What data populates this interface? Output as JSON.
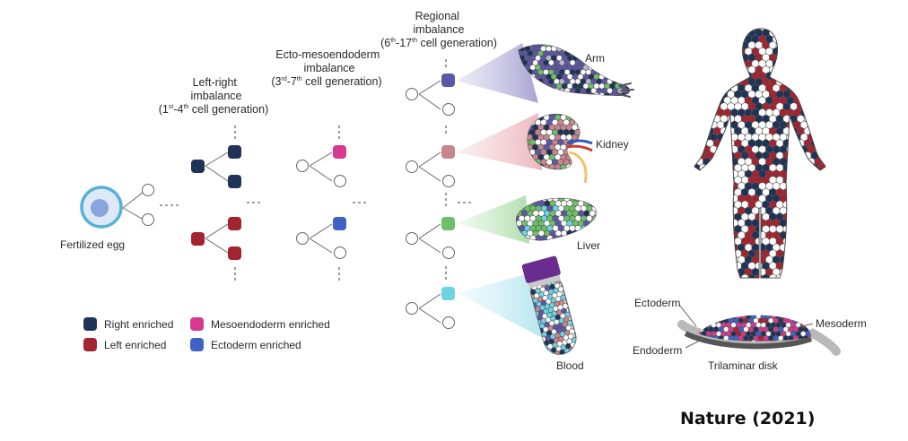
{
  "labels": {
    "fertilized_egg": "Fertilized egg",
    "lr_title": [
      "Left-right",
      "imbalance"
    ],
    "lr_gen": {
      "pre": "(1",
      "sup1": "st",
      "mid": "-4",
      "sup2": "th",
      "post": " cell generation)"
    },
    "em_title": [
      "Ecto-mesoendoderm",
      "imbalance"
    ],
    "em_gen": {
      "pre": "(3",
      "sup1": "rd",
      "mid": "-7",
      "sup2": "th",
      "post": " cell generation)"
    },
    "rg_title": [
      "Regional",
      "imbalance"
    ],
    "rg_gen": {
      "pre": "(6",
      "sup1": "th",
      "mid": "-17",
      "sup2": "th",
      "post": " cell generation)"
    },
    "arm": "Arm",
    "kidney": "Kidney",
    "liver": "Liver",
    "blood": "Blood",
    "ectoderm": "Ectoderm",
    "mesoderm": "Mesoderm",
    "endoderm": "Endoderm",
    "trilaminar": "Trilaminar disk",
    "citation": "Nature (2021)"
  },
  "legend": [
    {
      "label": "Right enriched",
      "color": "#1f3356"
    },
    {
      "label": "Left enriched",
      "color": "#a3232f"
    },
    {
      "label": "Mesoendoderm enriched",
      "color": "#d6398f"
    },
    {
      "label": "Ectoderm enriched",
      "color": "#3f62c4"
    }
  ],
  "colors": {
    "arm": "#5d56a8",
    "kidney": "#c9858d",
    "liver": "#6cc067",
    "blood": "#6dd2e4",
    "egg_ring": "#57b1d9",
    "egg_core": "#8aa4de",
    "tube_cap": "#6a2d8f"
  }
}
